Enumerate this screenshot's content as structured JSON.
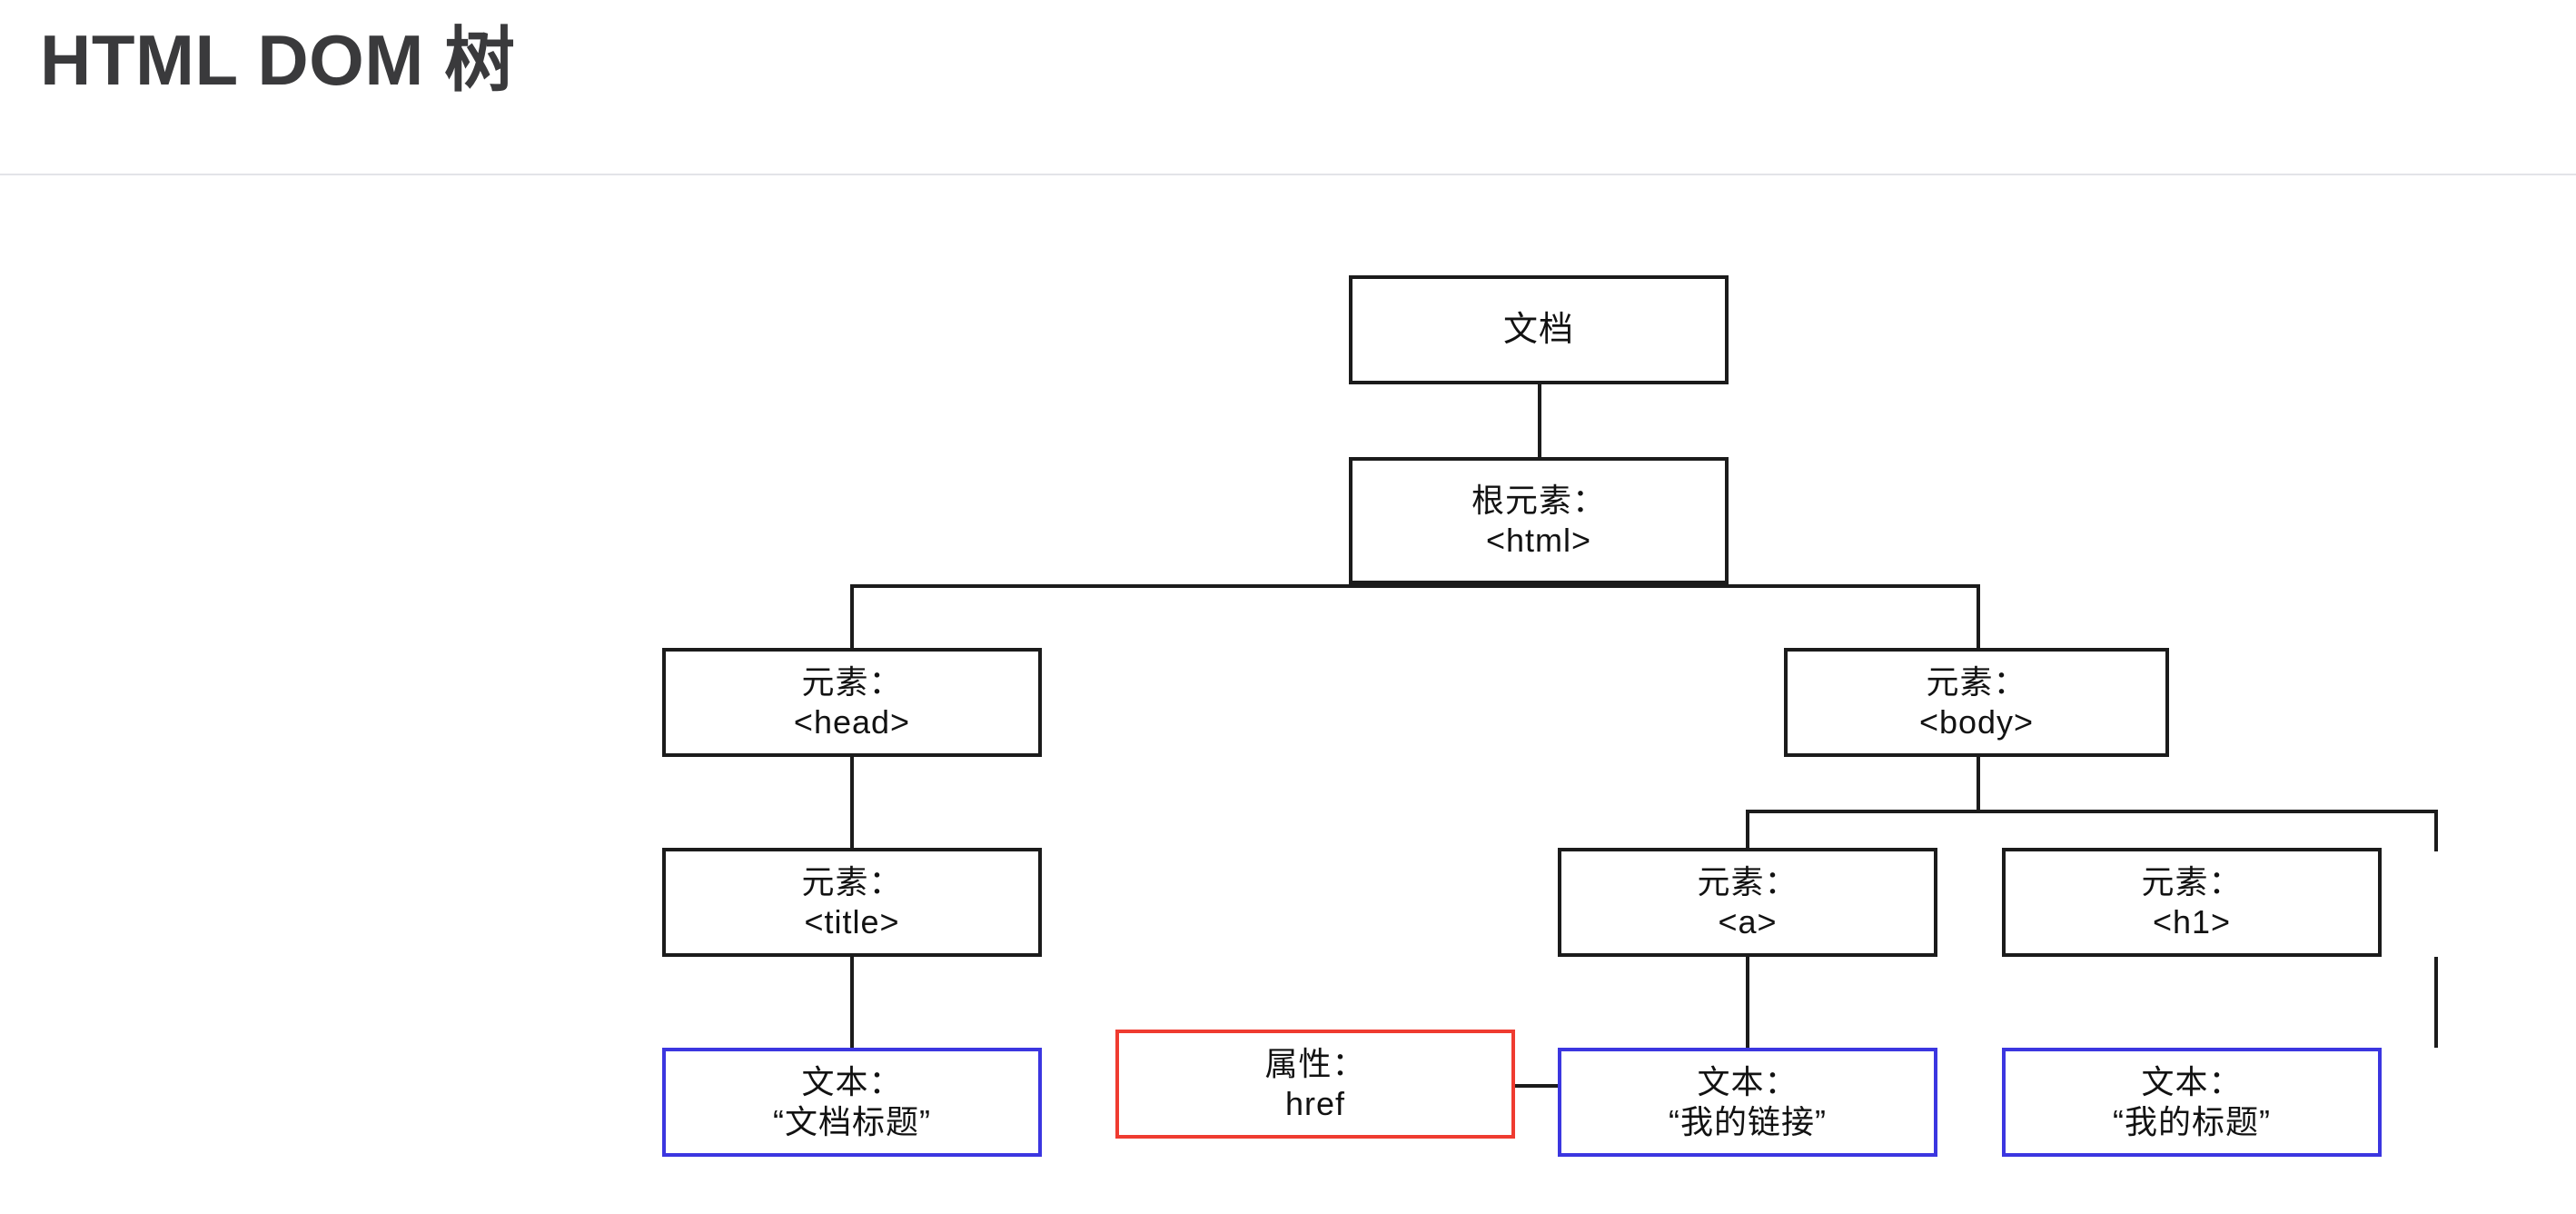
{
  "header": {
    "title": "HTML DOM 树"
  },
  "diagram": {
    "type": "tree",
    "description": "HTML DOM 树结构图",
    "colors": {
      "node_border": "#1b1b1b",
      "attribute_border": "#ef3b30",
      "text_border": "#3b36e0",
      "text_color": "#121212",
      "title_color": "#3a3a3c",
      "divider": "#e3e4e8",
      "background": "#ffffff"
    },
    "nodes": [
      {
        "id": "document",
        "kind": "node",
        "line1": "文档",
        "line2": ""
      },
      {
        "id": "html",
        "kind": "node",
        "line1": "根元素：",
        "line2": "<html>"
      },
      {
        "id": "head",
        "kind": "node",
        "line1": "元素：",
        "line2": "<head>"
      },
      {
        "id": "body",
        "kind": "node",
        "line1": "元素：",
        "line2": "<body>"
      },
      {
        "id": "title",
        "kind": "node",
        "line1": "元素：",
        "line2": "<title>"
      },
      {
        "id": "href",
        "kind": "attribute",
        "line1": "属性：",
        "line2": "href"
      },
      {
        "id": "a",
        "kind": "node",
        "line1": "元素：",
        "line2": "<a>"
      },
      {
        "id": "h1",
        "kind": "node",
        "line1": "元素：",
        "line2": "<h1>"
      },
      {
        "id": "text1",
        "kind": "text",
        "line1": "文本：",
        "line2": "“文档标题”"
      },
      {
        "id": "text2",
        "kind": "text",
        "line1": "文本：",
        "line2": "“我的链接”"
      },
      {
        "id": "text3",
        "kind": "text",
        "line1": "文本：",
        "line2": "“我的标题”"
      }
    ],
    "edges": [
      {
        "from": "document",
        "to": "html"
      },
      {
        "from": "html",
        "to": "head"
      },
      {
        "from": "html",
        "to": "body"
      },
      {
        "from": "head",
        "to": "title"
      },
      {
        "from": "title",
        "to": "text1"
      },
      {
        "from": "body",
        "to": "a"
      },
      {
        "from": "body",
        "to": "h1"
      },
      {
        "from": "href",
        "to": "a"
      },
      {
        "from": "a",
        "to": "text2"
      },
      {
        "from": "h1",
        "to": "text3"
      }
    ]
  }
}
